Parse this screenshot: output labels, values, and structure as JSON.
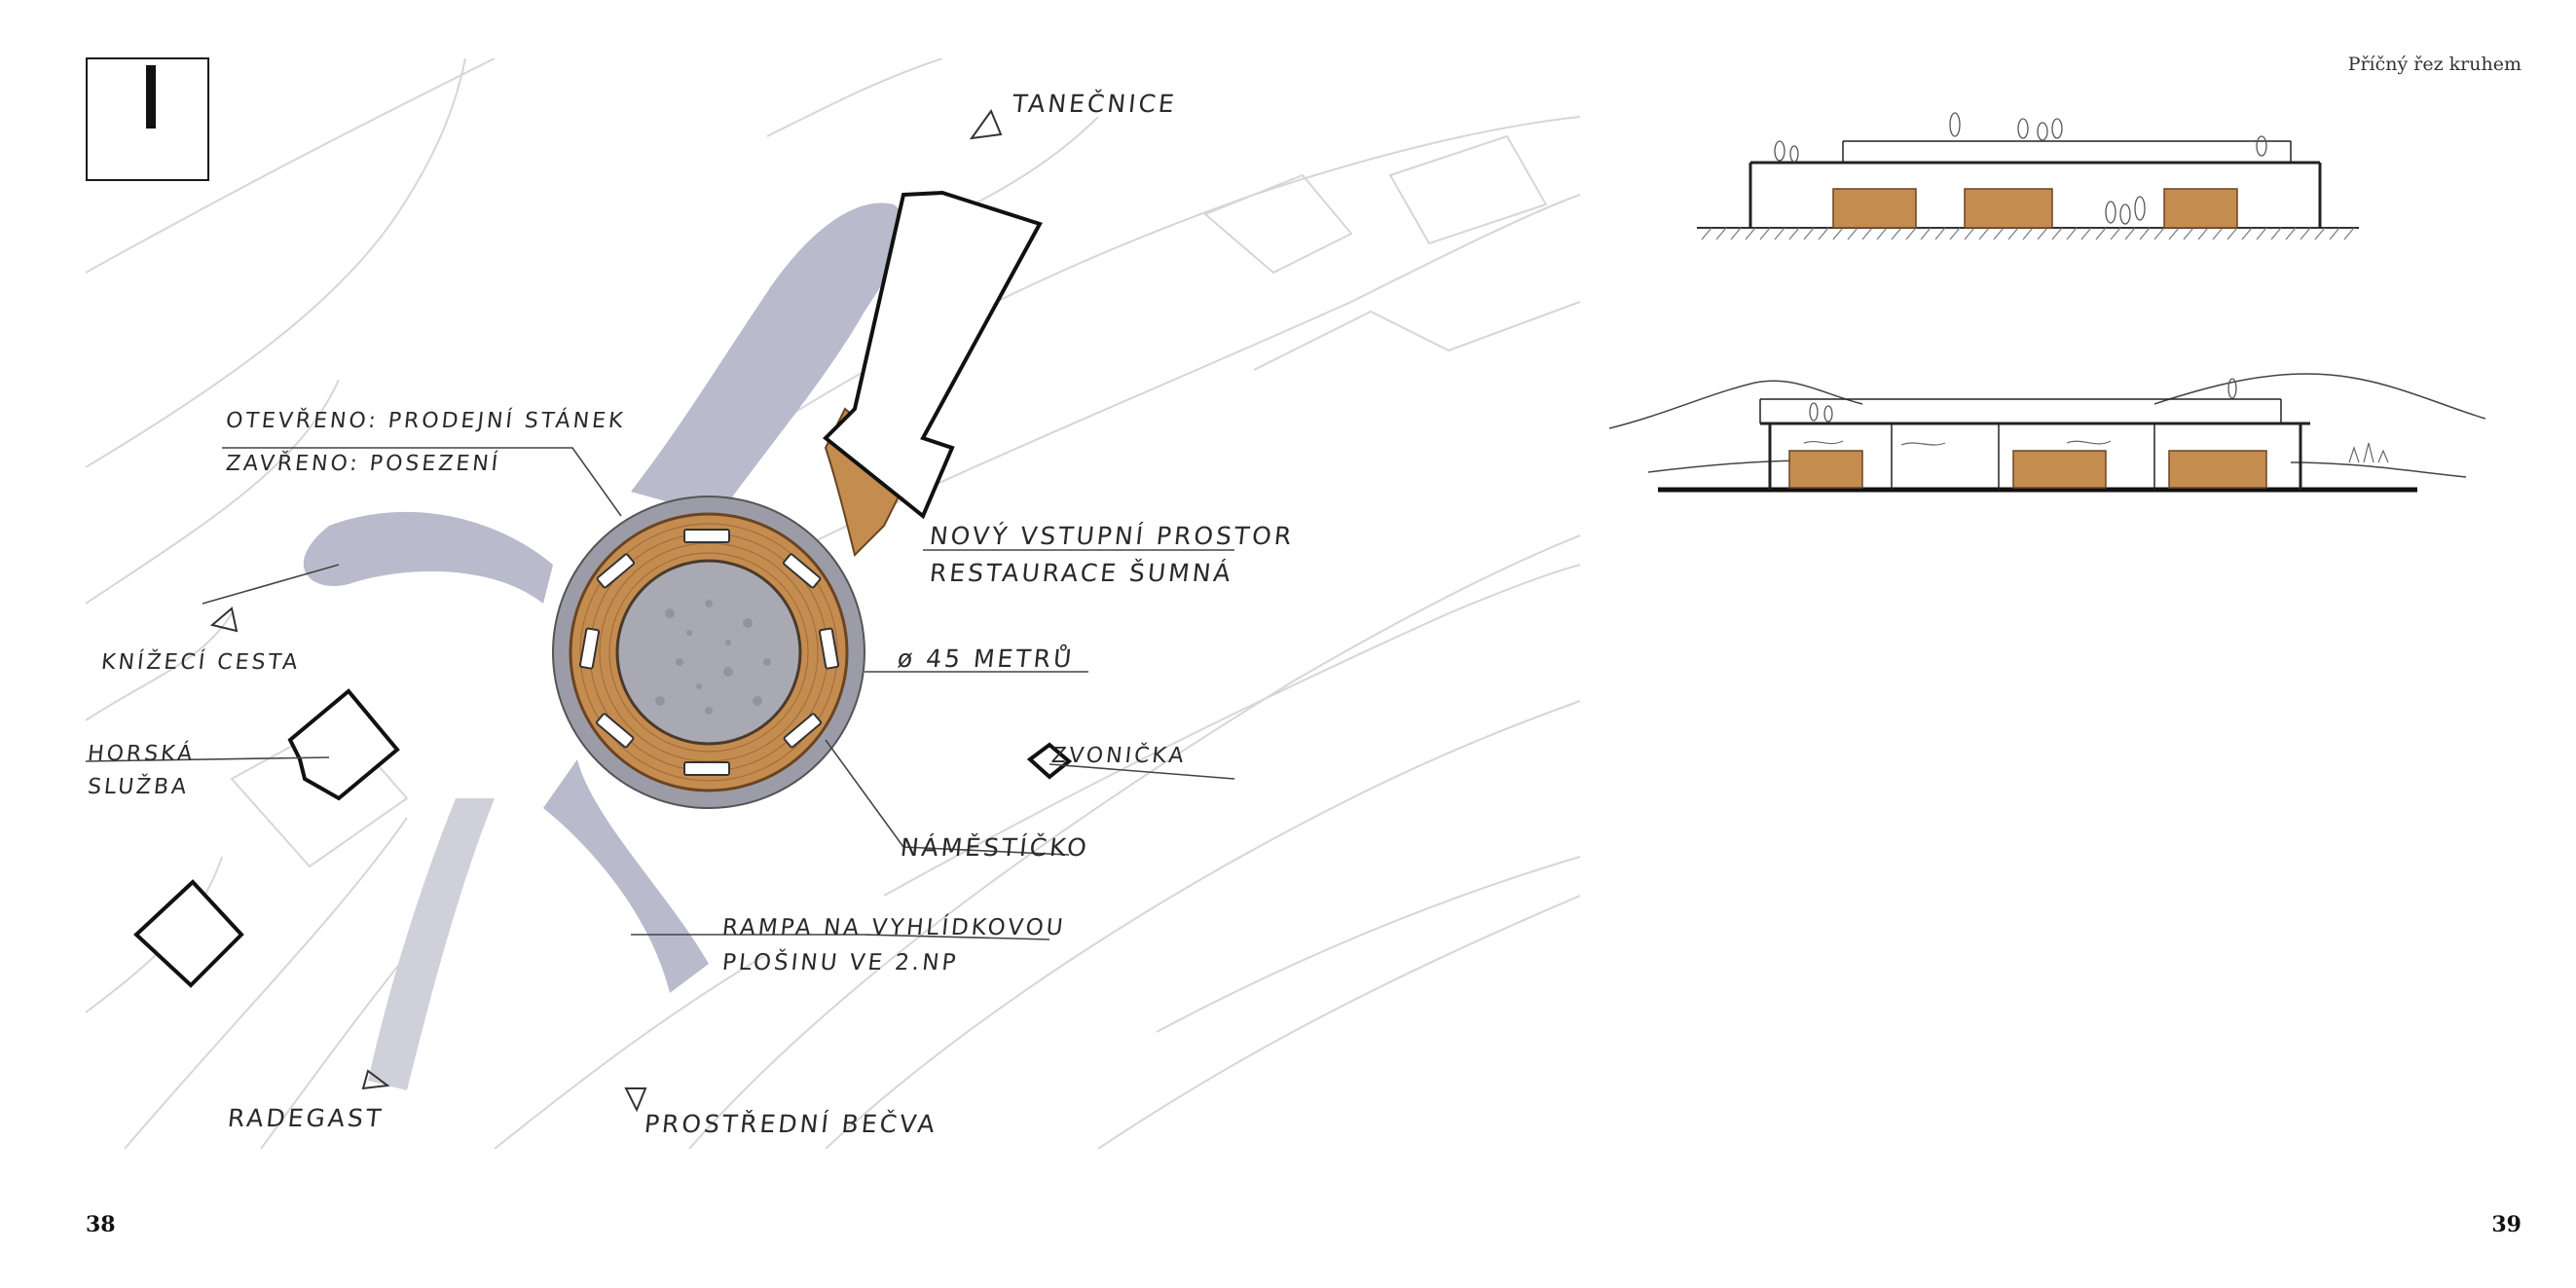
{
  "pages": {
    "left_number": "38",
    "right_number": "39"
  },
  "plan": {
    "labels": {
      "tanecnice": "TANEČNICE",
      "open_kiosk": "OTEVŘENO: PRODEJNÍ STÁNEK",
      "closed_seating": "ZAVŘENO: POSEZENÍ",
      "entrance_1": "NOVÝ VSTUPNÍ PROSTOR",
      "entrance_2": "RESTAURACE ŠUMNÁ",
      "diameter": "ø 45 METRŮ",
      "knizeci": "KNÍŽECÍ CESTA",
      "horska_1": "HORSKÁ",
      "horska_2": "SLUŽBA",
      "zvonicka": "ZVONIČKA",
      "namesticko": "NÁMĚSTÍČKO",
      "rampa_1": "RAMPA NA VYHLÍDKOVOU",
      "rampa_2": "PLOŠINU VE 2.NP",
      "radegast": "RADEGAST",
      "prostredni": "PROSTŘEDNÍ BEČVA"
    }
  },
  "sections": {
    "title": "Příčný řez kruhem"
  },
  "colors": {
    "wood": "#c08a4e",
    "wood_dark": "#8a5a2b",
    "paving": "#9a9aa6",
    "paving_dark": "#6d6d7a",
    "road": "#b5b6c6",
    "line": "#1c1c1c"
  }
}
